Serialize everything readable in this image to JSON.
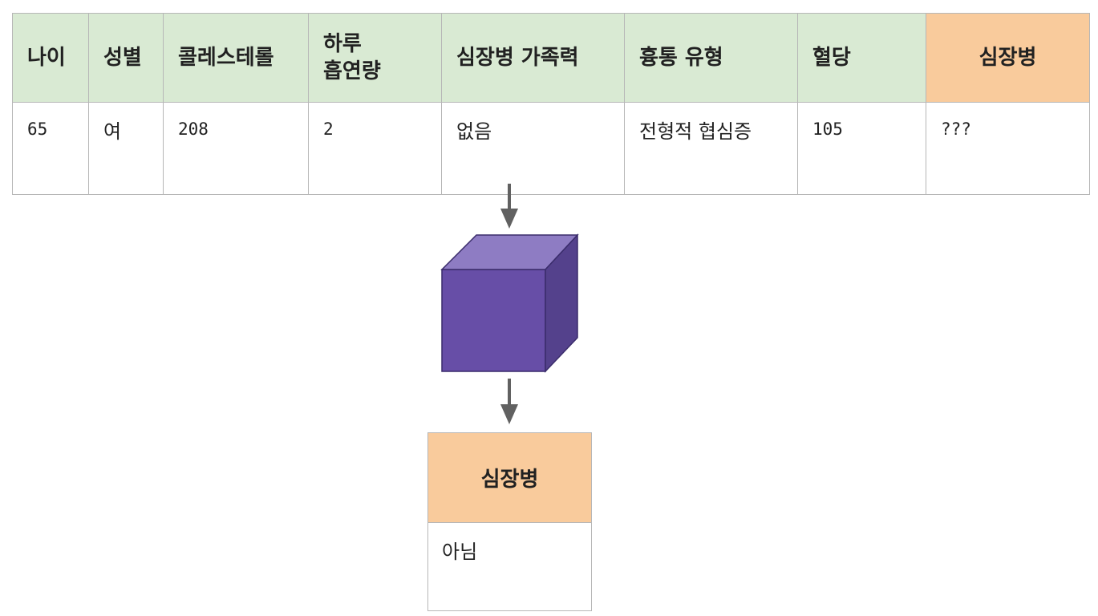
{
  "input_table": {
    "headers": [
      {
        "label": "나이"
      },
      {
        "label": "성별"
      },
      {
        "label": "콜레스테롤"
      },
      {
        "label_line1": "하루",
        "label_line2": "흡연량"
      },
      {
        "label": "심장병 가족력"
      },
      {
        "label": "흉통 유형"
      },
      {
        "label": "혈당"
      },
      {
        "label": "심장병"
      }
    ],
    "row": [
      "65",
      "여",
      "208",
      "2",
      "없음",
      "전형적 협심증",
      "105",
      "???"
    ]
  },
  "output_table": {
    "header": "심장병",
    "value": "아님"
  },
  "colors": {
    "feature_header_bg": "#d9ead3",
    "label_header_bg": "#f9cb9c",
    "border": "#b7b7b7",
    "arrow": "#616161",
    "cube_front": "#674ea7",
    "cube_top": "#8e7cc3",
    "cube_side": "#54418c",
    "cube_edge": "#3a2c6b"
  },
  "icons": {
    "model": "model-cube-icon",
    "arrows": [
      "down-arrow-icon",
      "down-arrow-icon"
    ]
  }
}
